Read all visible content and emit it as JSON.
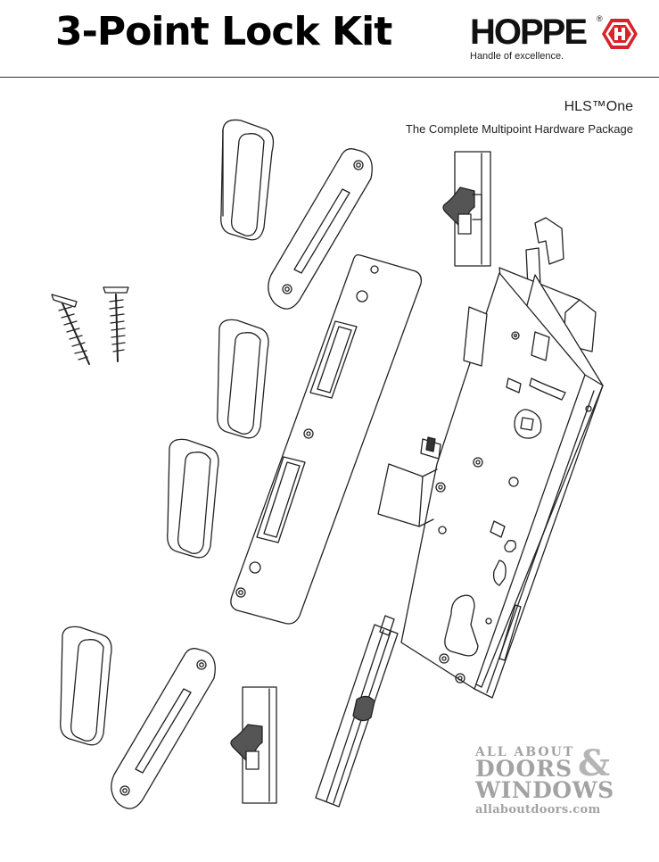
{
  "header": {
    "title": "3-Point Lock Kit",
    "brand": {
      "name": "HOPPE",
      "registered": "®",
      "tagline": "Handle of excellence."
    }
  },
  "product": {
    "name": "HLS™One",
    "subtitle": "The Complete Multipoint Hardware Package"
  },
  "drawing": {
    "icon": "exploded-multipoint-lock-diagram",
    "parts": [
      "screws",
      "strike-keepers",
      "strike-plates",
      "center-keeper-plate",
      "hook-bolts",
      "mortise-gearbox"
    ]
  },
  "watermark": {
    "line1": "ALL ABOUT",
    "amp": "&",
    "line2": "DOORS",
    "line3": "WINDOWS",
    "url": "allaboutdoors.com"
  }
}
